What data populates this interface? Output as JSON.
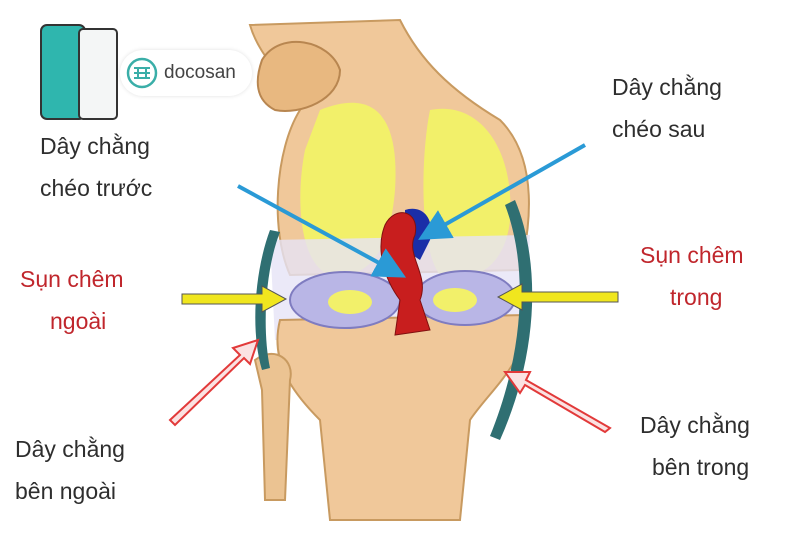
{
  "brand": {
    "name": "docosan"
  },
  "labels": {
    "acl": {
      "line1": "Dây chằng",
      "line2": "chéo trước"
    },
    "pcl": {
      "line1": "Dây chằng",
      "line2": "chéo sau"
    },
    "lateral_meniscus": {
      "line1": "Sụn chêm",
      "line2": "ngoài"
    },
    "medial_meniscus": {
      "line1": "Sụn chêm",
      "line2": "trong"
    },
    "lcl": {
      "line1": "Dây chằng",
      "line2": "bên ngoài"
    },
    "mcl": {
      "line1": "Dây chằng",
      "line2": "bên trong"
    }
  },
  "colors": {
    "label_text": "#2e2e2e",
    "meniscus_label": "#c0262c",
    "bone": "#f0c89a",
    "cartilage": "#f2f06a",
    "meniscus": "#b9b6e6",
    "acl": "#c81e1e",
    "pcl": "#1a2ea8",
    "arrow_blue": "#2a9ad6",
    "arrow_yellow": "#f0e61e",
    "arrow_red": "#e23a3a",
    "ligament": "#2f6f72"
  }
}
